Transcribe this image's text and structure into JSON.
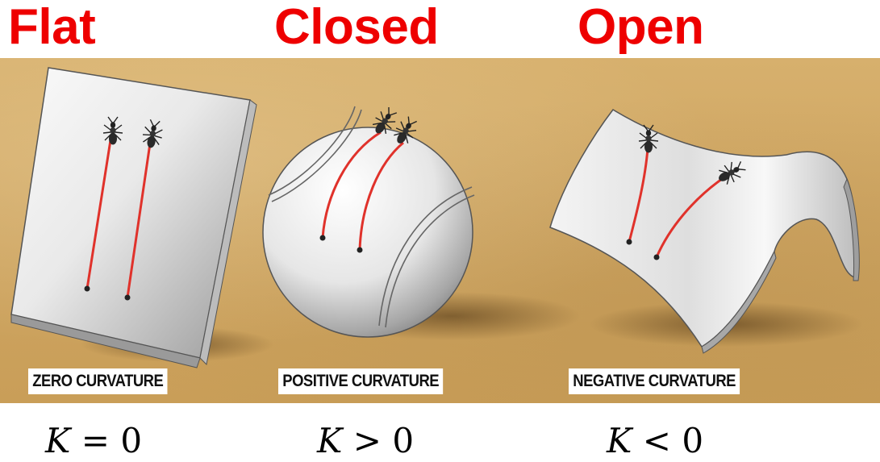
{
  "titles": {
    "flat": "Flat",
    "closed": "Closed",
    "open": "Open",
    "color": "#ee0000"
  },
  "curvature_labels": {
    "zero": "ZERO CURVATURE",
    "positive": "POSITIVE CURVATURE",
    "negative": "NEGATIVE CURVATURE"
  },
  "equations": [
    {
      "variable": "K",
      "relation": "=",
      "value": "0"
    },
    {
      "variable": "K",
      "relation": ">",
      "value": "0"
    },
    {
      "variable": "K",
      "relation": "<",
      "value": "0"
    }
  ],
  "colors": {
    "background": "#cfa663",
    "trail": "#e0322b",
    "surface": "#f2f2f2"
  },
  "icons": [
    "ant-icon"
  ]
}
